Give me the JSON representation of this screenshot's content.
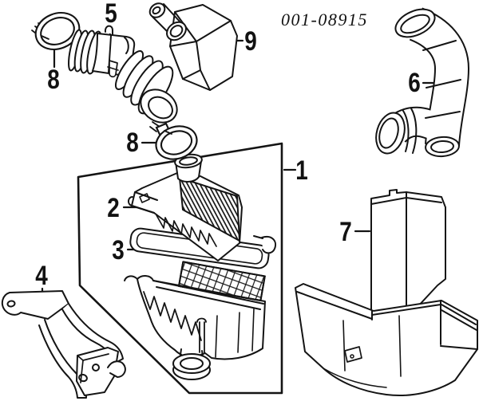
{
  "diagram": {
    "part_code": "001-08915",
    "callouts": [
      {
        "id": "callout-5",
        "label": "5"
      },
      {
        "id": "callout-8a",
        "label": "8"
      },
      {
        "id": "callout-8b",
        "label": "8"
      },
      {
        "id": "callout-9",
        "label": "9"
      },
      {
        "id": "callout-6",
        "label": "6"
      },
      {
        "id": "callout-1",
        "label": "1"
      },
      {
        "id": "callout-2",
        "label": "2"
      },
      {
        "id": "callout-3",
        "label": "3"
      },
      {
        "id": "callout-4",
        "label": "4"
      },
      {
        "id": "callout-7",
        "label": "7"
      }
    ]
  },
  "colors": {
    "line": "#141414",
    "background": "#ffffff"
  }
}
